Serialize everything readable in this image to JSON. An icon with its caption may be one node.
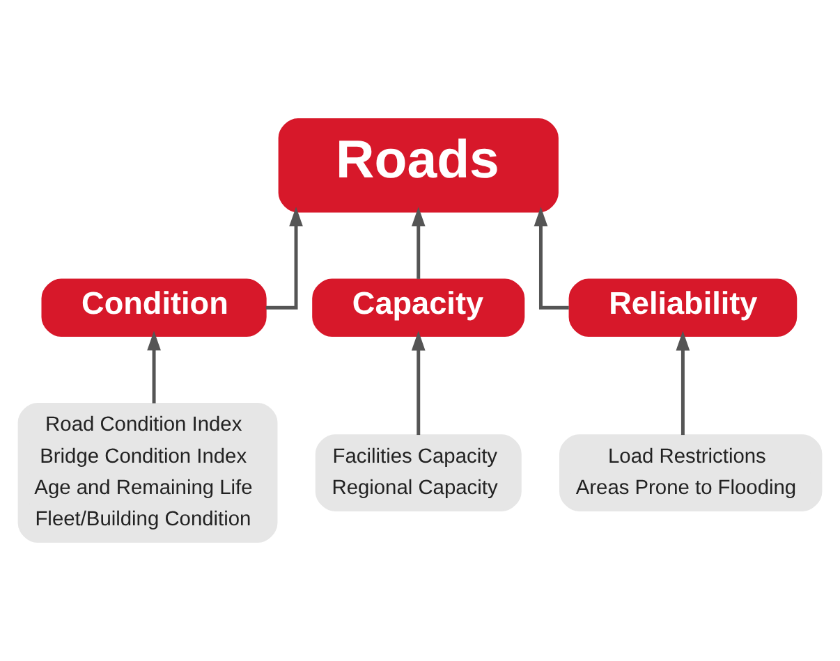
{
  "diagram": {
    "nodes": [
      {
        "text": [
          "Roads"
        ]
      },
      {
        "text": [
          "Condition"
        ]
      },
      {
        "text": [
          "Capacity"
        ]
      },
      {
        "text": [
          "Reliability"
        ]
      },
      {
        "text": [
          "Road Condition Index",
          "Bridge Condition Index",
          "Age and Remaining Life",
          "Fleet/Building Condition"
        ]
      },
      {
        "text": [
          "Facilities Capacity",
          "Regional Capacity"
        ]
      },
      {
        "text": [
          "Load Restrictions",
          "Areas Prone to Flooding"
        ]
      }
    ],
    "edges": [
      {
        "from": 1,
        "to": 0,
        "arrow": "to"
      },
      {
        "from": 2,
        "to": 0,
        "arrow": "to"
      },
      {
        "from": 3,
        "to": 0,
        "arrow": "to"
      },
      {
        "from": 4,
        "to": 1,
        "arrow": "to"
      },
      {
        "from": 5,
        "to": 2,
        "arrow": "to"
      },
      {
        "from": 6,
        "to": 3,
        "arrow": "to"
      }
    ]
  }
}
